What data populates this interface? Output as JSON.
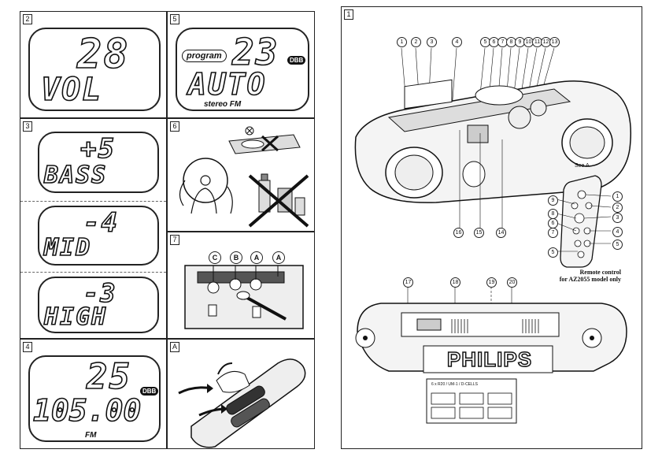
{
  "panels": {
    "p2": {
      "tag": "2",
      "digits": "28",
      "label": "VOL"
    },
    "p5": {
      "tag": "5",
      "digits": "23",
      "label": "AUTO",
      "program": "program",
      "dbb": "DBB",
      "band": "stereo FM"
    },
    "p3": {
      "tag": "3",
      "bass_val": "+5",
      "bass_lbl": "BASS",
      "mid_val": "-4",
      "mid_lbl": "MID",
      "high_val": "-3",
      "high_lbl": "HIGH"
    },
    "p6": {
      "tag": "6"
    },
    "p7": {
      "tag": "7",
      "markers": [
        "C",
        "B",
        "A",
        "A"
      ]
    },
    "p4": {
      "tag": "4",
      "digits": "25",
      "freq": "105.00",
      "dbb": "DBB",
      "band": "FM"
    },
    "pA": {
      "tag": "A"
    },
    "p1": {
      "tag": "1",
      "top_numbers": [
        "1",
        "2",
        "3",
        "4",
        "5",
        "6",
        "7",
        "8",
        "9",
        "10",
        "11",
        "12",
        "13"
      ],
      "bottom_numbers": [
        "16",
        "15",
        "14"
      ],
      "remote_numbers_left": [
        "9",
        "8",
        "6",
        "7",
        "5"
      ],
      "remote_numbers_right": [
        "1",
        "2",
        "3",
        "4",
        "5"
      ],
      "see": "See A",
      "remote_caption_1": "Remote control",
      "remote_caption_2": "for AZ2055 model only",
      "back_numbers": [
        "17",
        "18",
        "19",
        "20"
      ],
      "brand": "PHILIPS",
      "cells_text": "6 x R20 / UM-1 / D-CELLS"
    }
  }
}
